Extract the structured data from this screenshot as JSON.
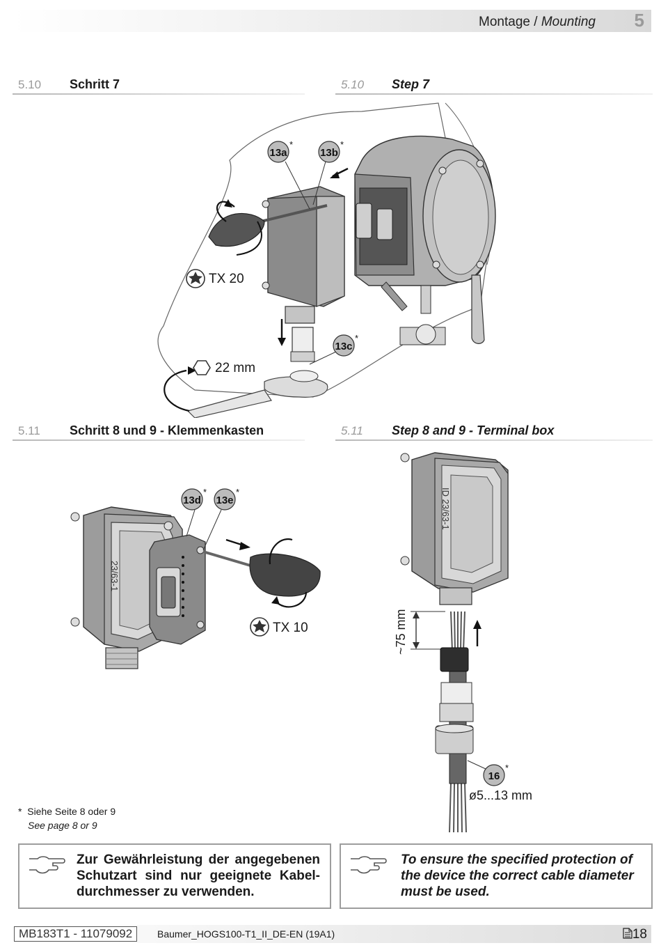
{
  "header": {
    "title_de": "Montage",
    "title_sep": " / ",
    "title_en": "Mounting",
    "chapter": "5"
  },
  "sections": [
    {
      "num_de": "5.10",
      "title_de": "Schritt 7",
      "num_en": "5.10",
      "title_en": "Step 7"
    },
    {
      "num_de": "5.11",
      "title_de": "Schritt 8 und 9 - Klemmenkasten",
      "num_en": "5.11",
      "title_en": "Step 8 and 9 - Terminal box"
    }
  ],
  "figures": {
    "step7": {
      "callouts": [
        "13a",
        "13b",
        "13c"
      ],
      "asterisk": "*",
      "tool": "TX 20",
      "wrench": "22 mm"
    },
    "step89_left": {
      "callouts": [
        "13d",
        "13e"
      ],
      "tool": "TX 10",
      "cover_marking": "23/63-1"
    },
    "step89_right": {
      "strip_length": "~75 mm",
      "callout": "16",
      "cable_diameter": "ø5...13 mm",
      "box_marking": "ID 23/63-1"
    }
  },
  "footnote": {
    "marker": "*",
    "line_de": "Siehe Seite 8 oder 9",
    "line_en": "See page 8 or 9"
  },
  "notes": {
    "de": [
      "Zur Gewährleistung der angegebenen",
      "Schutzart sind nur geeignete Kabel-",
      "durchmesser zu verwenden."
    ],
    "en": [
      "To ensure the specified protection of",
      "the device the correct cable diameter",
      "must be used."
    ],
    "icon": "pointing-hand-icon"
  },
  "footer": {
    "doc_id": "MB183T1 - 11079092",
    "file": "Baumer_HOGS100-T1_II_DE-EN (19A1)",
    "page": "18",
    "icon": "document-icon"
  }
}
